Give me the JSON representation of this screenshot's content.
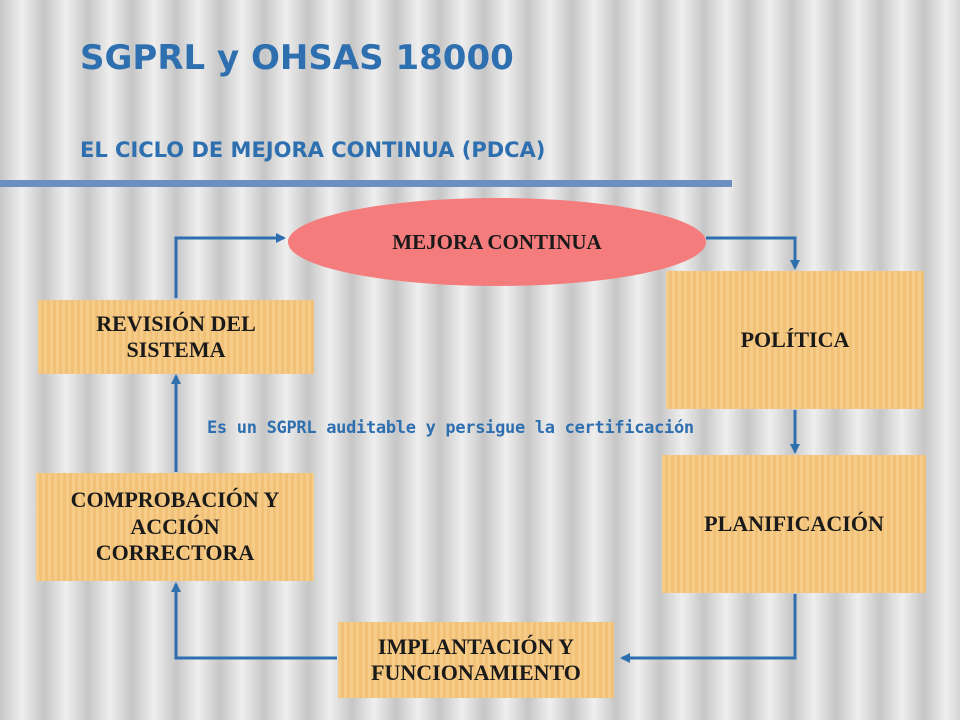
{
  "slide": {
    "title": "SGPRL y OHSAS 18000",
    "subtitle": "EL CICLO DE MEJORA CONTINUA (PDCA)",
    "note": "Es un SGPRL auditable y persigue la certificación"
  },
  "cycle": {
    "center": "MEJORA CONTINUA",
    "politica": "POLÍTICA",
    "planificacion": "PLANIFICACIÓN",
    "implantacion_1": "IMPLANTACIÓN Y",
    "implantacion_2": "FUNCIONAMIENTO",
    "comprobacion_1": "COMPROBACIÓN Y",
    "comprobacion_2": "ACCIÓN",
    "comprobacion_3": "CORRECTORA",
    "revision_1": "REVISIÓN DEL",
    "revision_2": "SISTEMA"
  },
  "colors": {
    "title": "#2e6fb0",
    "box": "#f6c57a",
    "ellipse": "#f47c7c",
    "connector": "#2e6fb0"
  }
}
